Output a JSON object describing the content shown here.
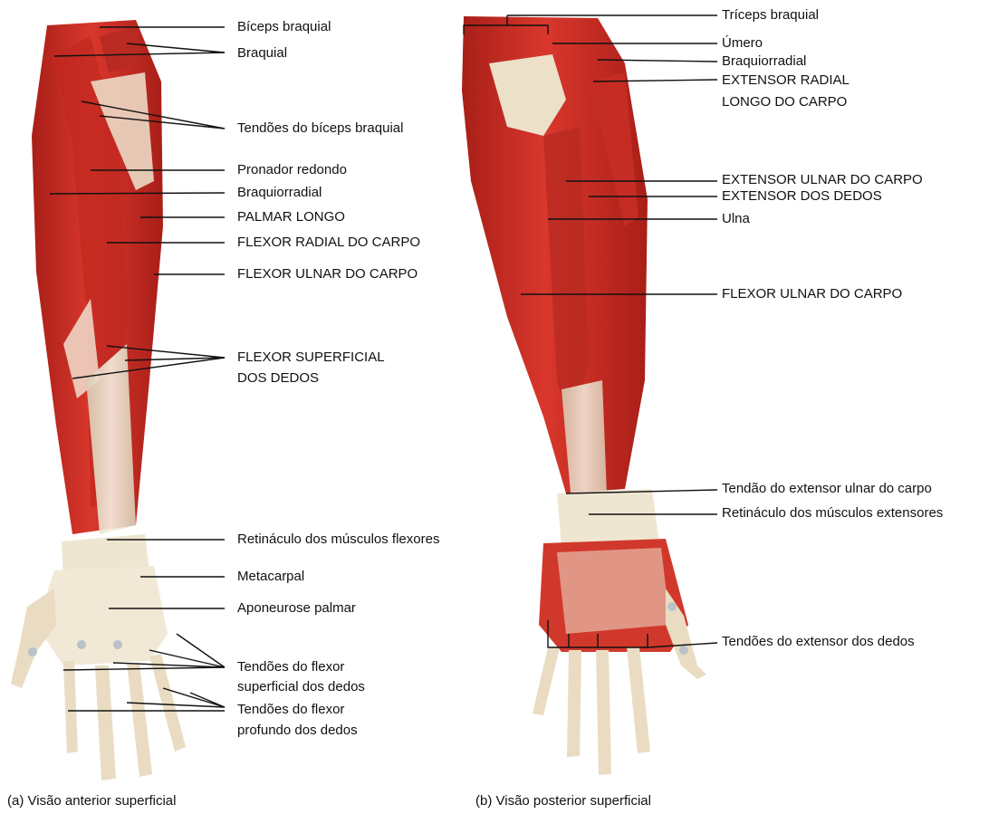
{
  "anterior_view": {
    "caption": "(a) Visão anterior superficial",
    "labels": [
      "Bíceps braquial",
      "Braquial",
      "Tendões do bíceps braquial",
      "Pronador redondo",
      "Braquiorradial",
      "PALMAR LONGO",
      "FLEXOR RADIAL DO CARPO",
      "FLEXOR ULNAR DO CARPO",
      "FLEXOR SUPERFICIAL",
      "DOS DEDOS",
      "Retináculo dos músculos flexores",
      "Metacarpal",
      "Aponeurose palmar",
      "Tendões do flexor",
      "superficial dos dedos",
      "Tendões do flexor",
      "profundo dos dedos"
    ]
  },
  "posterior_view": {
    "caption": "(b) Visão posterior superficial",
    "labels": [
      "Tríceps braquial",
      "Úmero",
      "Braquiorradial",
      "EXTENSOR RADIAL",
      "LONGO DO CARPO",
      "EXTENSOR ULNAR DO CARPO",
      "EXTENSOR DOS DEDOS",
      "Ulna",
      "FLEXOR ULNAR DO CARPO",
      "Tendão do extensor ulnar do carpo",
      "Retináculo dos músculos extensores",
      "Tendões do extensor dos dedos"
    ]
  },
  "colors": {
    "muscle": "#cf2f26",
    "muscle_dark": "#a31d17",
    "tendon": "#efe4cf",
    "bone": "#e9dcc2",
    "leader_line": "#111111"
  }
}
